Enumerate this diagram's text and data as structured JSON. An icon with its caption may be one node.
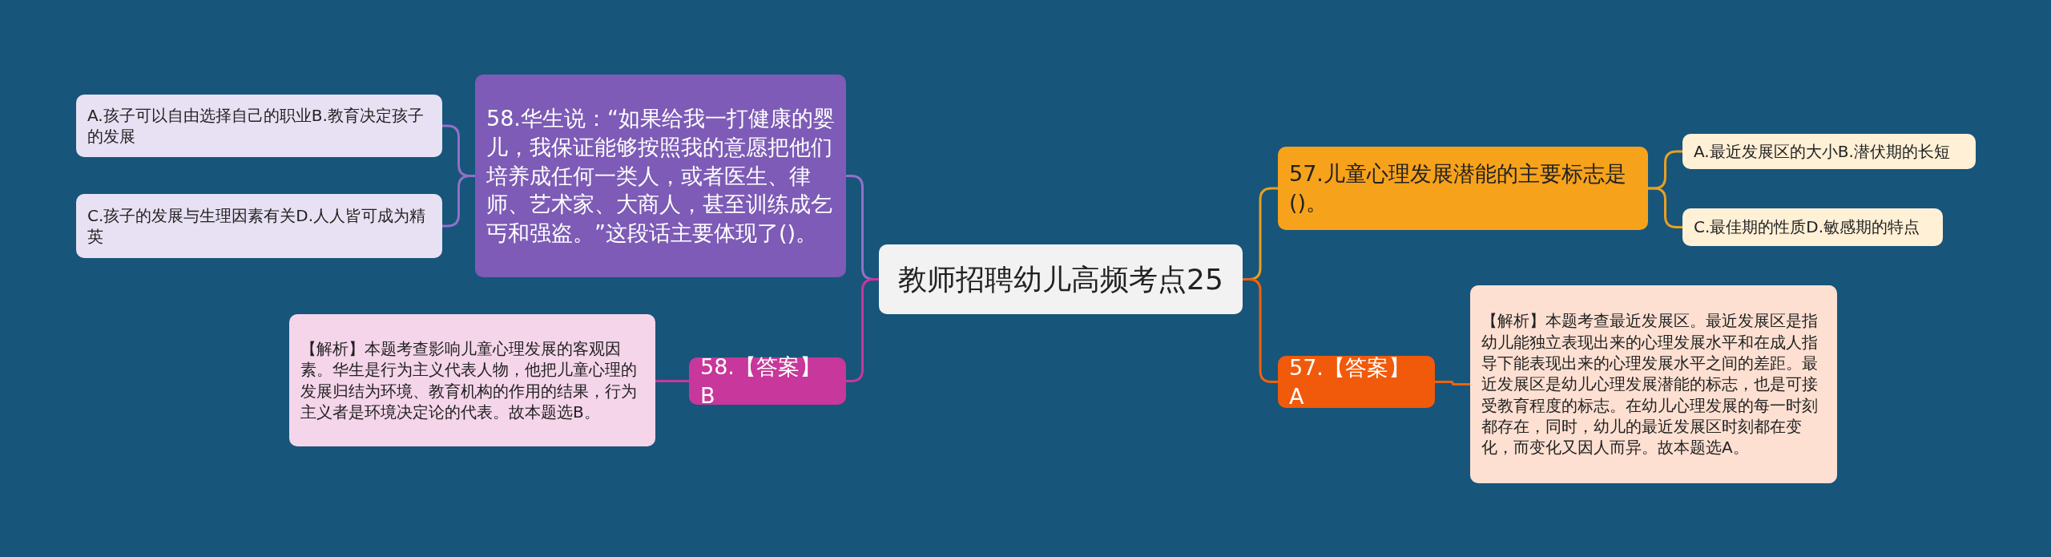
{
  "diagram": {
    "nodes": [
      {
        "text": [
          "教师招聘幼儿高频考点25"
        ]
      },
      {
        "text": [
          "58.华生说：“如果给我一打健康的婴儿，我保证能够按照我的意愿把他们培养成任何一类人，或者医生、律师、艺术家、大商人，甚至训练成乞丐和强盗。”这段话主要体现了()。"
        ]
      },
      {
        "text": [
          "A.孩子可以自由选择自己的职业B.教育决定孩子的发展"
        ]
      },
      {
        "text": [
          "C.孩子的发展与生理因素有关D.人人皆可成为精英"
        ]
      },
      {
        "text": [
          "58.【答案】B"
        ]
      },
      {
        "text": [
          "【解析】本题考查影响儿童心理发展的客观因素。华生是行为主义代表人物，他把儿童心理的发展归结为环境、教育机构的作用的结果，行为主义者是环境决定论的代表。故本题选B。"
        ]
      },
      {
        "text": [
          "57.儿童心理发展潜能的主要标志是()。"
        ]
      },
      {
        "text": [
          "A.最近发展区的大小B.潜伏期的长短"
        ]
      },
      {
        "text": [
          "C.最佳期的性质D.敏感期的特点"
        ]
      },
      {
        "text": [
          "57.【答案】A"
        ]
      },
      {
        "text": [
          "【解析】本题考查最近发展区。最近发展区是指幼儿能独立表现出来的心理发展水平和在成人指导下能表现出来的心理发展水平之间的差距。最近发展区是幼儿心理发展潜能的标志，也是可接受教育程度的标志。在幼儿心理发展的每一时刻都存在，同时，幼儿的最近发展区时刻都在变化，而变化又因人而异。故本题选A。"
        ]
      }
    ],
    "edges": [
      {
        "from": 0,
        "to": 1,
        "arrow": "none",
        "color": "#9370c8"
      },
      {
        "from": 1,
        "to": 2,
        "arrow": "none",
        "color": "#9370c8"
      },
      {
        "from": 1,
        "to": 3,
        "arrow": "none",
        "color": "#9370c8"
      },
      {
        "from": 0,
        "to": 4,
        "arrow": "none",
        "color": "#c8379b"
      },
      {
        "from": 4,
        "to": 5,
        "arrow": "none",
        "color": "#c8379b"
      },
      {
        "from": 0,
        "to": 6,
        "arrow": "none",
        "color": "#e8a020"
      },
      {
        "from": 6,
        "to": 7,
        "arrow": "none",
        "color": "#e8a020"
      },
      {
        "from": 6,
        "to": 8,
        "arrow": "none",
        "color": "#e8a020"
      },
      {
        "from": 0,
        "to": 9,
        "arrow": "none",
        "color": "#f0620a"
      },
      {
        "from": 9,
        "to": 10,
        "arrow": "none",
        "color": "#f0620a"
      }
    ]
  }
}
